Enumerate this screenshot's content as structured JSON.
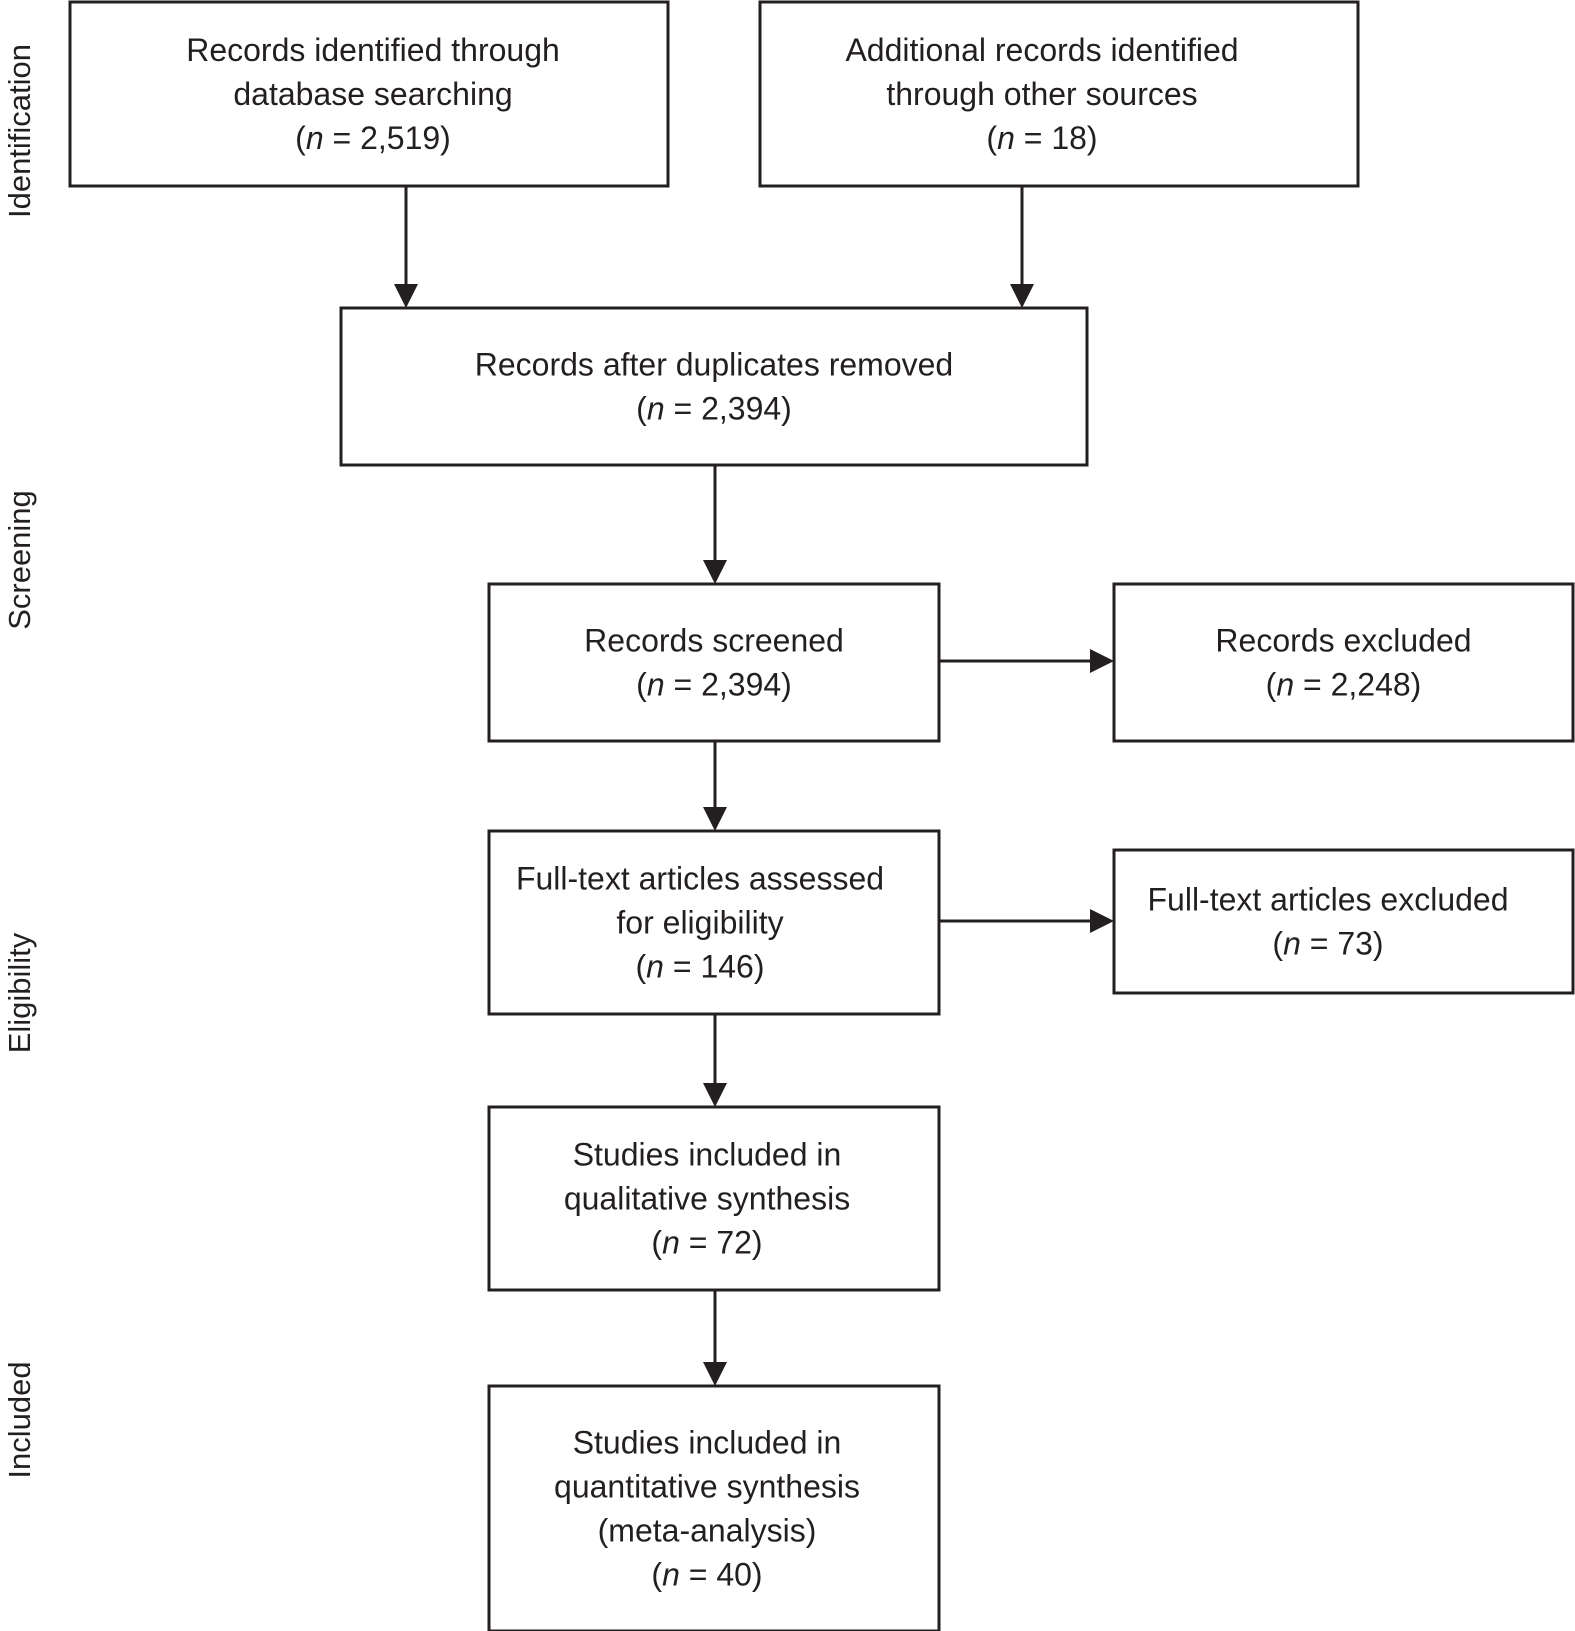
{
  "stages": [
    {
      "id": "identification",
      "label": "Identification"
    },
    {
      "id": "screening",
      "label": "Screening"
    },
    {
      "id": "eligibility",
      "label": "Eligibility"
    },
    {
      "id": "included",
      "label": "Included"
    }
  ],
  "nodes": [
    {
      "id": "db",
      "lines": [
        "Records identified through",
        "database searching"
      ],
      "n": "2,519"
    },
    {
      "id": "other",
      "lines": [
        "Additional records identified",
        "through other sources"
      ],
      "n": "18"
    },
    {
      "id": "dedup",
      "lines": [
        "Records after duplicates removed"
      ],
      "n": "2,394"
    },
    {
      "id": "screened",
      "lines": [
        "Records screened"
      ],
      "n": "2,394"
    },
    {
      "id": "excluded",
      "lines": [
        "Records excluded"
      ],
      "n": "2,248"
    },
    {
      "id": "fulltext",
      "lines": [
        "Full-text articles assessed",
        "for eligibility"
      ],
      "n": "146"
    },
    {
      "id": "ftexcluded",
      "lines": [
        "Full-text articles excluded"
      ],
      "n": "73"
    },
    {
      "id": "qualitative",
      "lines": [
        "Studies included in",
        "qualitative synthesis"
      ],
      "n": "72"
    },
    {
      "id": "quantitative",
      "lines": [
        "Studies included in",
        "quantitative synthesis",
        "(meta-analysis)"
      ],
      "n": "40"
    }
  ],
  "edges": [
    {
      "from": "db",
      "to": "dedup"
    },
    {
      "from": "other",
      "to": "dedup"
    },
    {
      "from": "dedup",
      "to": "screened"
    },
    {
      "from": "screened",
      "to": "excluded"
    },
    {
      "from": "screened",
      "to": "fulltext"
    },
    {
      "from": "fulltext",
      "to": "ftexcluded"
    },
    {
      "from": "fulltext",
      "to": "qualitative"
    },
    {
      "from": "qualitative",
      "to": "quantitative"
    }
  ],
  "count_format": {
    "open": "(",
    "var": "n",
    "equals": " = ",
    "close": ")"
  }
}
